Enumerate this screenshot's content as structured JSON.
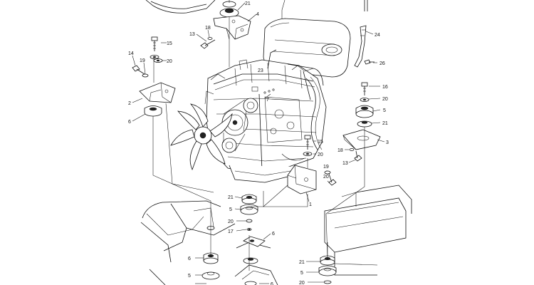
{
  "callouts": {
    "c21a": "21",
    "c4": "4",
    "c18a": "18",
    "c13a": "13",
    "c15a": "15",
    "c14": "14",
    "c19a": "19",
    "c20a": "20",
    "c2": "2",
    "c6a": "6",
    "c23": "23",
    "c7": "7",
    "c24": "24",
    "c26": "26",
    "c16": "16",
    "c20b": "20",
    "c5a": "5",
    "c21b": "21",
    "c3": "3",
    "c15b": "15",
    "c20c": "20",
    "c18b": "18",
    "c13b": "13",
    "c19b": "19",
    "c20d": "20",
    "c1": "1",
    "c21c": "21",
    "c5b": "5",
    "c20e": "20",
    "c17": "17",
    "c6b": "6",
    "c6c": "6",
    "c5c": "5",
    "c6d": "6",
    "c21d": "21",
    "c5d": "5",
    "c20f": "20"
  },
  "icons": [
    "engine",
    "radiator-fan",
    "engine-mount-bracket",
    "rubber-mount",
    "bolt",
    "washer",
    "frame"
  ]
}
